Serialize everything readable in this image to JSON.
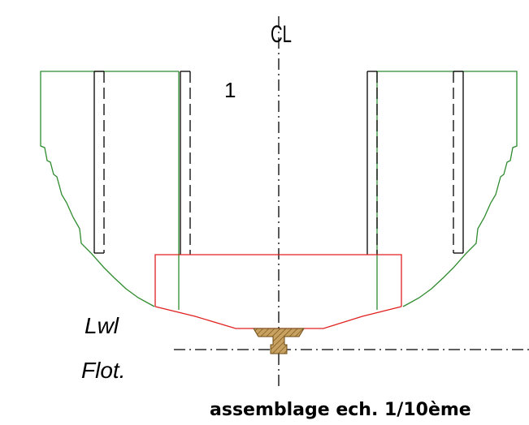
{
  "labels": {
    "centerline": "CL",
    "station_number": "1",
    "waterline": "Lwl",
    "flotation": "Flot.",
    "caption": "assemblage ech. 1/10ème"
  },
  "colors": {
    "hull_outline": "#2e8b2e",
    "keel_plate": "#e02020",
    "frame_dashed": "#000000",
    "axis_dashdot": "#000000",
    "keel_fill": "#c8a060",
    "keel_stroke": "#6b4a12"
  }
}
